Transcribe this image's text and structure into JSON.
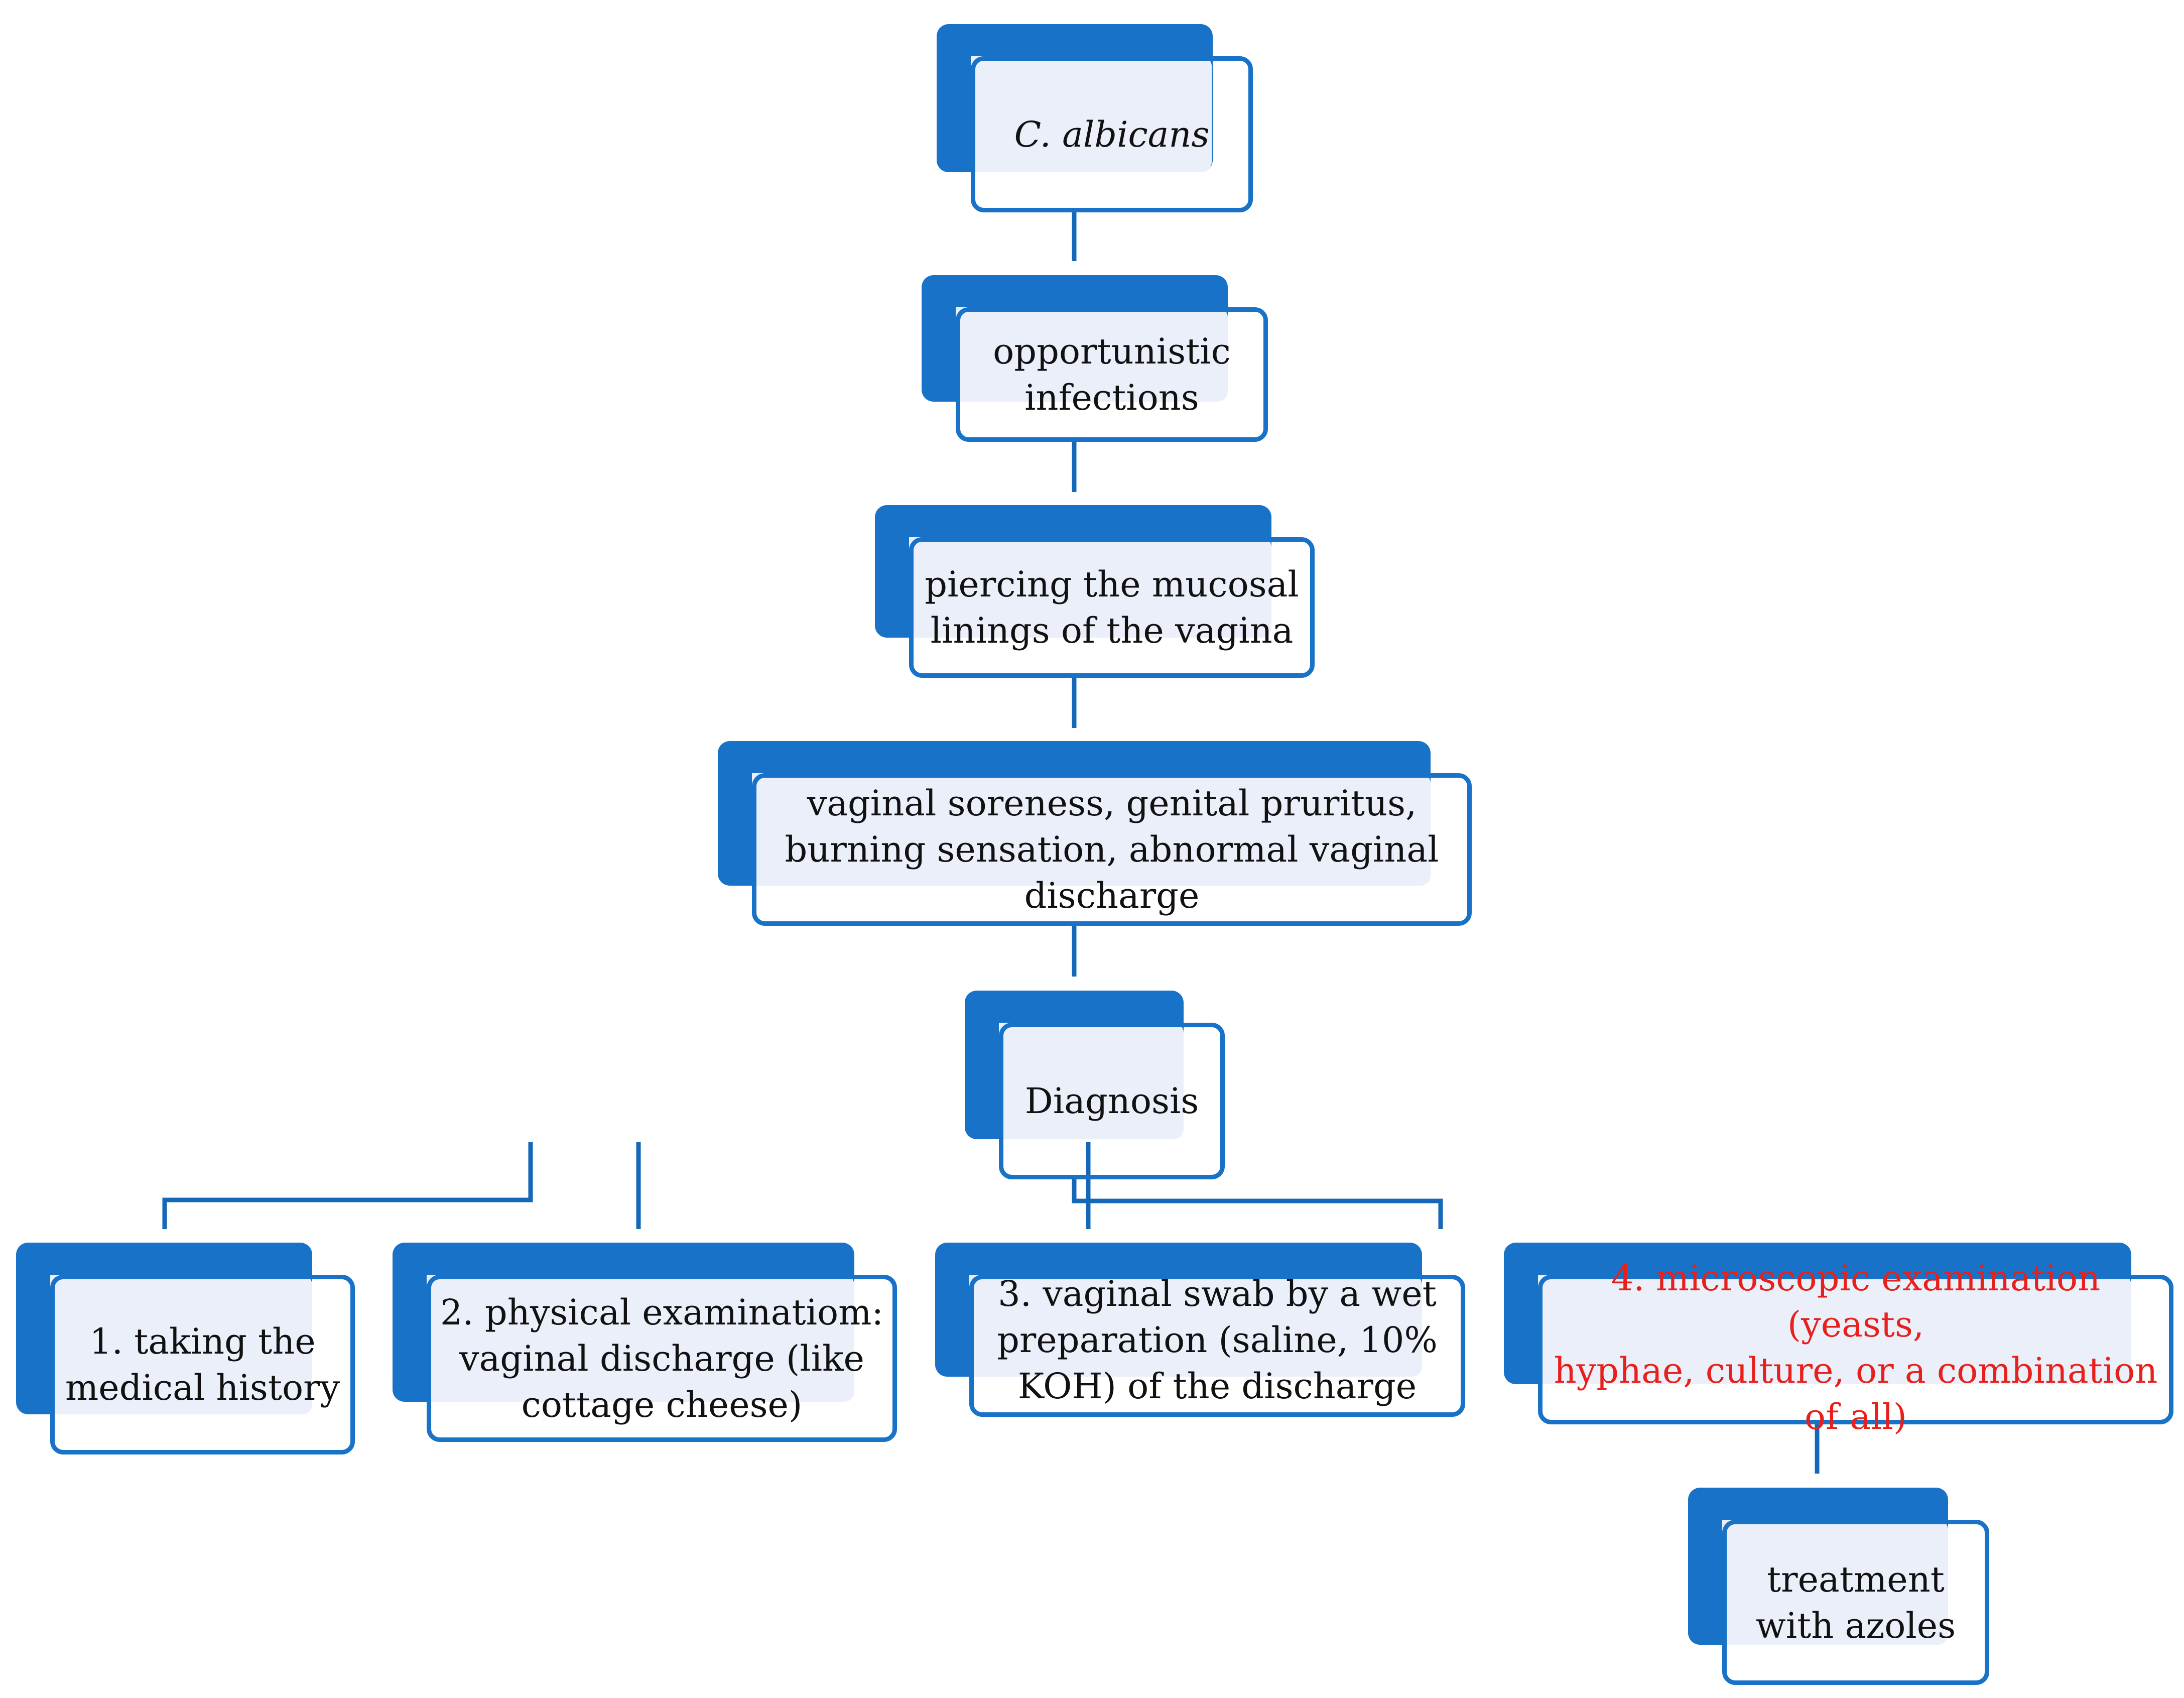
{
  "diagram": {
    "nodes": {
      "c_albicans": "C. albicans",
      "opportunistic": "opportunistic\ninfections",
      "piercing": "piercing the mucosal\nlinings of the vagina",
      "symptoms": "vaginal soreness, genital pruritus,\nburning sensation, abnormal vaginal\ndischarge",
      "diagnosis": "Diagnosis",
      "step1": "1. taking the\nmedical history",
      "step2": "2. physical examinatiom:\nvaginal discharge (like\ncottage cheese)",
      "step3": "3. vaginal swab by a wet\npreparation (saline, 10%\nKOH) of the discharge",
      "step4": "4. microscopic examination (yeasts,\nhyphae, culture, or a combination\nof all)",
      "treatment": "treatment\nwith azoles"
    },
    "colors": {
      "accent": "#1872c7",
      "tint": "#ebeff9",
      "highlight_text": "#e8201c",
      "text": "#111111"
    }
  }
}
